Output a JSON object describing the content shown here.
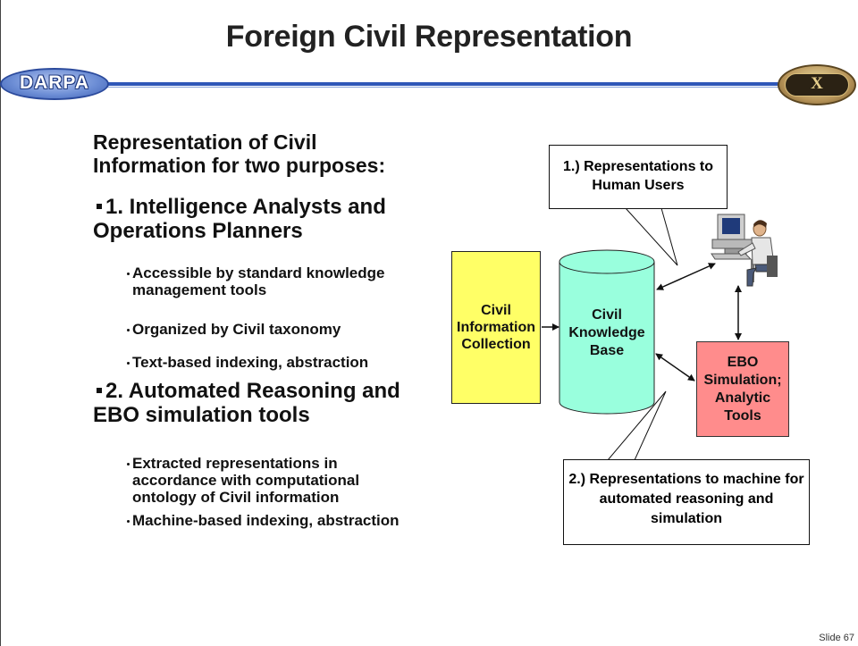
{
  "slide": {
    "title": "Foreign Civil Representation",
    "logo_left_text": "DARPA",
    "logo_right_text": "X",
    "number": "Slide 67"
  },
  "content": {
    "intro": "Representation of Civil Information for two purposes:",
    "section1": {
      "heading": "1. Intelligence Analysts and Operations Planners",
      "items": [
        "Accessible by standard knowledge management tools",
        "Organized by Civil taxonomy",
        "Text-based indexing, abstraction"
      ]
    },
    "section2": {
      "heading": "2. Automated Reasoning and EBO simulation tools",
      "items": [
        "Extracted representations in accordance with computational ontology of Civil information",
        "Machine-based indexing, abstraction"
      ]
    }
  },
  "diagram": {
    "callout_top": "1.) Representations to Human Users",
    "callout_bottom": "2.) Representations to machine for automated reasoning and simulation",
    "collection_label": "Civil Information Collection",
    "knowledge_base_label": "Civil Knowledge Base",
    "ebo_label": "EBO Simulation; Analytic Tools",
    "colors": {
      "collection": "#ffff66",
      "knowledge_base": "#99ffdd",
      "ebo": "#ff8c8c",
      "header_line": "#2f57b8"
    }
  }
}
